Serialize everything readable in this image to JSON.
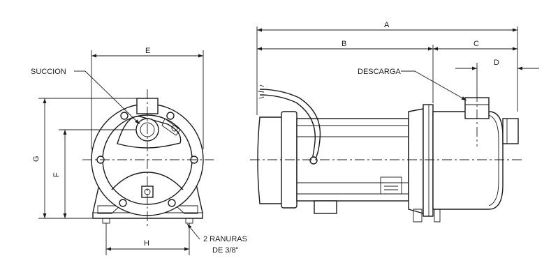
{
  "front_view": {
    "dim_e": "E",
    "dim_g": "G",
    "dim_f": "F",
    "dim_h": "H",
    "suction_label": "SUCCION",
    "slots_label_line1": "2 RANURAS",
    "slots_label_line2": "DE 3/8\""
  },
  "side_view": {
    "dim_a": "A",
    "dim_b": "B",
    "dim_c": "C",
    "dim_d": "D",
    "discharge_label": "DESCARGA"
  }
}
